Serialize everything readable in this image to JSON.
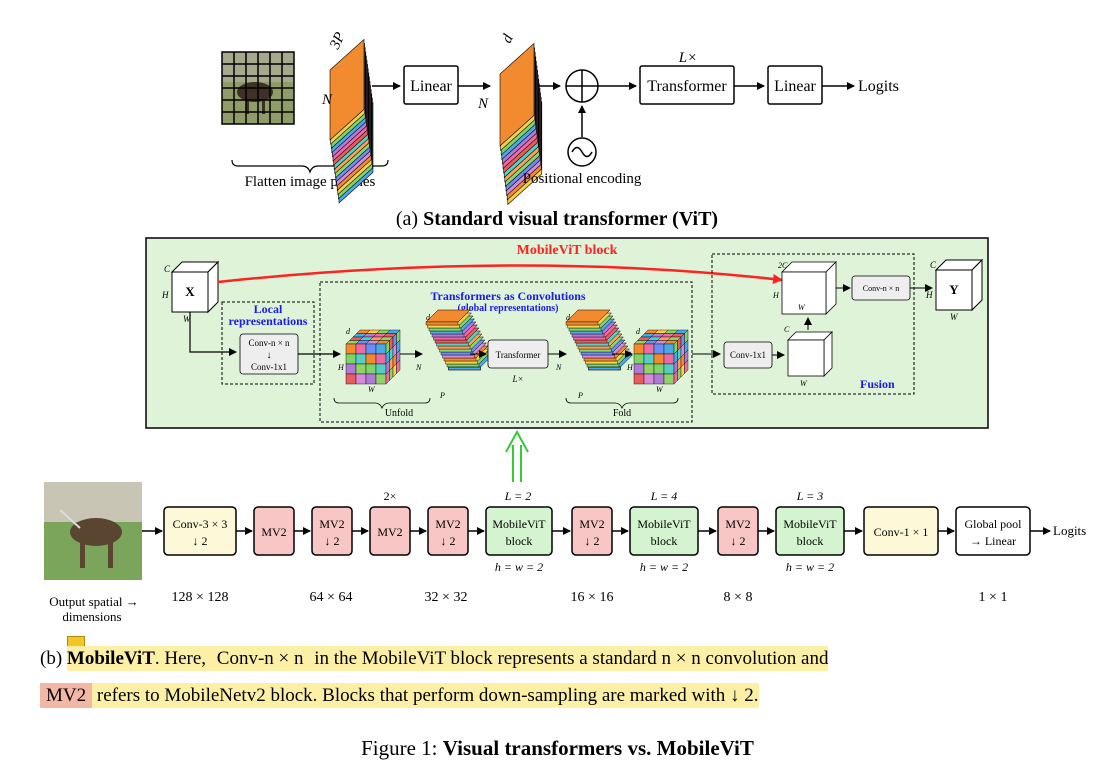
{
  "vit": {
    "N": "N",
    "three_p": "3P",
    "d": "d",
    "linear1": "Linear",
    "transformer": "Transformer",
    "lx": "L×",
    "linear2": "Linear",
    "logits": "Logits",
    "flatten": "Flatten image patches",
    "posenc": "Positional encoding",
    "caption_prefix": "(a) ",
    "caption_bold": "Standard visual transformer (ViT)"
  },
  "mvblock": {
    "title": "MobileViT block",
    "C": "C",
    "H": "H",
    "W": "W",
    "P": "P",
    "N": "N",
    "d": "d",
    "X": "X",
    "Y": "Y",
    "local": "Local representations",
    "conv_n": "Conv-n × n",
    "conv_11": "Conv-1x1",
    "tac_title": "Transformers as Convolutions",
    "tac_sub": "(global representations)",
    "transformer": "Transformer",
    "lx": "L×",
    "unfold": "Unfold",
    "fold": "Fold",
    "fusion": "Fusion",
    "two_c": "2C"
  },
  "pipeline": {
    "conv33": [
      "Conv-3 × 3",
      "↓ 2"
    ],
    "mv2": "MV2",
    "mv2d": [
      "MV2",
      "↓ 2"
    ],
    "mvit": [
      "MobileViT",
      "block"
    ],
    "conv11": "Conv-1 × 1",
    "gpool": [
      "Global pool",
      "→ Linear"
    ],
    "logits": "Logits",
    "two_x": "2×",
    "L2": "L = 2",
    "L4": "L = 4",
    "L3": "L = 3",
    "hw2": "h = w = 2",
    "out_label": [
      "Output spatial →",
      "dimensions"
    ],
    "dims": [
      "128 × 128",
      "64 × 64",
      "32 × 32",
      "16 × 16",
      "8 × 8",
      "1 × 1"
    ]
  },
  "caption_b": {
    "l1_a": "(b) ",
    "l1_bold": "MobileViT",
    "l1_b": ". Here, ",
    "l1_hl": "Conv-n × n",
    "l1_c": " in the MobileViT block represents a standard n × n convolution and",
    "l2_hl": "MV2",
    "l2_b": " refers to MobileNetv2 block. Blocks that perform down-sampling are marked with ↓ 2."
  },
  "figure": {
    "prefix": "Figure 1: ",
    "bold": "Visual transformers vs. MobileViT"
  },
  "colors": {
    "green_panel": "#dff3d9",
    "yellow_block": "#fdf8d7",
    "red_block": "#f7c6c5",
    "green_block": "#d4f3cf",
    "red_text": "#ff2222",
    "blue_text": "#1a1aee",
    "highlight_yellow": "#fdf0a6",
    "highlight_red": "#f3b7a6"
  }
}
